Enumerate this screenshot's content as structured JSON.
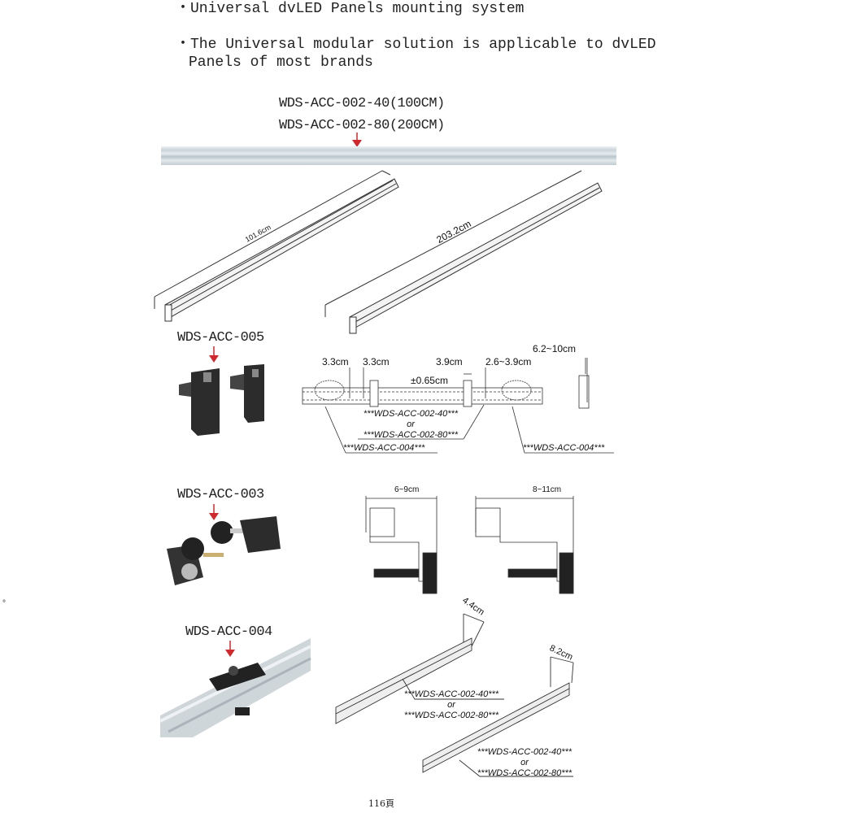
{
  "bullets": [
    "・Universal dvLED Panels mounting system",
    "・The Universal modular solution is applicable to dvLED",
    "Panels of most brands"
  ],
  "rail_models": [
    "WDS-ACC-002-40(100CM)",
    "WDS-ACC-002-80(200CM)"
  ],
  "rail_lengths": [
    "101.6cm",
    "203.2cm"
  ],
  "sections": {
    "acc005": "WDS-ACC-005",
    "acc003": "WDS-ACC-003",
    "acc004": "WDS-ACC-004"
  },
  "dims": {
    "d1": "3.3cm",
    "d2": "3.3cm",
    "d3": "3.9cm",
    "d4": "2.6~3.9cm",
    "d5": "±0.65cm",
    "d6": "6.2~10cm",
    "d7": "6~9cm",
    "d8": "8~11cm",
    "d9": "4.4cm",
    "d10": "8.2cm"
  },
  "tags": {
    "rail40": "***WDS-ACC-002-40***",
    "or": "or",
    "rail80": "***WDS-ACC-002-80***",
    "acc004": "***WDS-ACC-004***"
  },
  "margin_mark": "°",
  "page_number": "116頁",
  "colors": {
    "arrow": "#d0282c",
    "rail": "#d9e1e6"
  }
}
